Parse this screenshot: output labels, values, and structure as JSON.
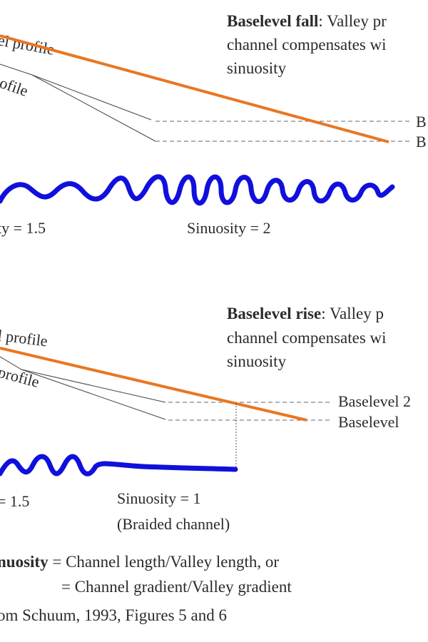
{
  "panel_fall": {
    "title_bold": "Baselevel fall",
    "title_rest": ": Valley pr",
    "line2": "channel compensates wi",
    "line3": "sinuosity",
    "valley_profile_label": "el profile",
    "channel_profile_label": "ofile",
    "baselevel_1_label": "B",
    "baselevel_2_label": "B",
    "sinuosity_left": "ty = 1.5",
    "sinuosity_right": "Sinuosity = 2"
  },
  "panel_rise": {
    "title_bold": "Baselevel rise",
    "title_rest": ": Valley p",
    "line2": "channel compensates wi",
    "line3": "sinuosity",
    "valley_profile_label": "l profile",
    "channel_profile_label": "profile",
    "baselevel_upper_label": "Baselevel 2",
    "baselevel_lower_label": "Baselevel",
    "sinuosity_left": "= 1.5",
    "sinuosity_right": "Sinuosity = 1",
    "sinuosity_right_note": "(Braided channel)"
  },
  "definition": {
    "term": "nuosity",
    "line1_rest": " = Channel length/Valley length, or",
    "line2": "= Channel gradient/Valley gradient"
  },
  "source": "om Schuum, 1993, Figures 5 and 6",
  "colors": {
    "valley_line": "#e87722",
    "channel": "#1010dd",
    "profile": "#444444",
    "dashed": "#666666",
    "text": "#2b2b2b"
  }
}
